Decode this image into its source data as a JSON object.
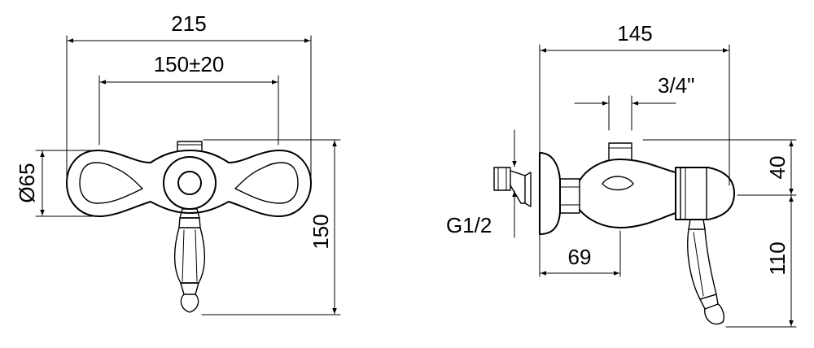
{
  "drawing": {
    "front_view": {
      "overall_width": "215",
      "center_distance": "150±20",
      "rosette_diameter": "Ø65",
      "total_height": "150"
    },
    "side_view": {
      "overall_depth": "145",
      "outlet_thread": "3/4\"",
      "inlet_thread": "G1/2",
      "depth_to_body": "69",
      "height_above_axis": "40",
      "height_below_axis": "110"
    }
  }
}
